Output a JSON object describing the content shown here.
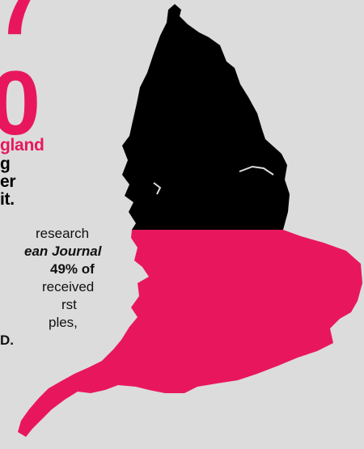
{
  "big_top": "7",
  "big_number": "0",
  "region_label": "gland",
  "headline_lines": [
    "g",
    "er",
    "it."
  ],
  "body_lines": [
    {
      "text": "research",
      "style": "normal"
    },
    {
      "text": "ean Journal",
      "style": "bold-italic"
    },
    {
      "text": "49% of",
      "style": "bold"
    },
    {
      "text": "received",
      "style": "normal"
    },
    {
      "text": "rst",
      "style": "normal"
    },
    {
      "text": "ples,",
      "style": "normal"
    },
    {
      "text": "D.",
      "style": "bold"
    }
  ],
  "map": {
    "regions": [
      {
        "name": "north",
        "color": "#000000"
      },
      {
        "name": "south",
        "color": "#e8175d"
      }
    ]
  },
  "colors": {
    "accent": "#e8175d",
    "background": "#dcdcdc",
    "text": "#000000"
  }
}
